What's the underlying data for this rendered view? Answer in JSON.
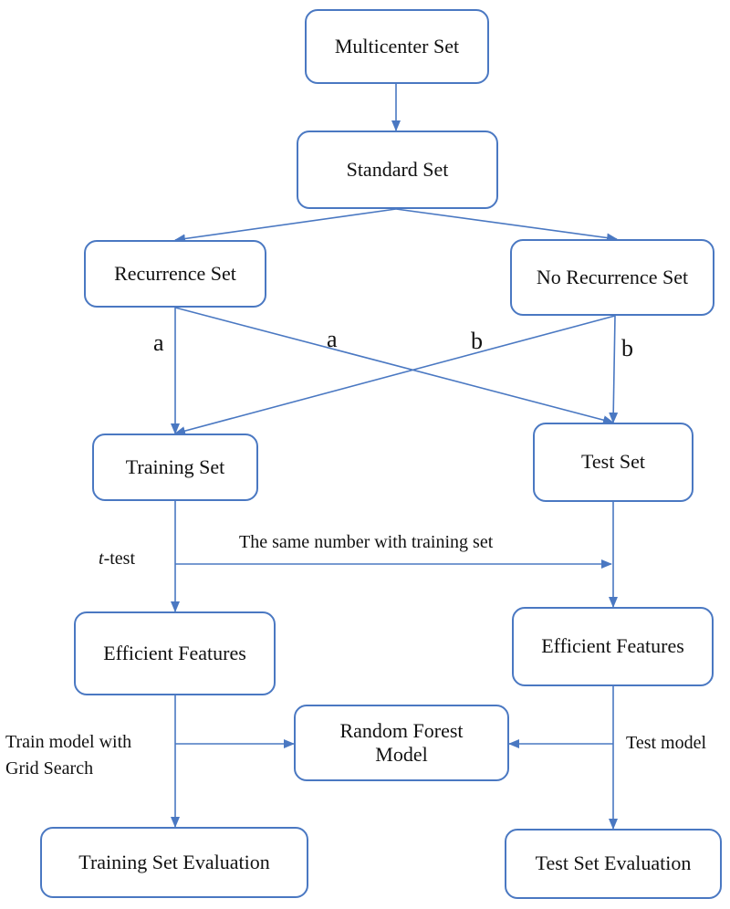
{
  "nodes": {
    "multicenter": "Multicenter Set",
    "standard": "Standard Set",
    "recurrence": "Recurrence Set",
    "no_recurrence": "No Recurrence Set",
    "training": "Training Set",
    "test": "Test Set",
    "features_train": "Efficient Features",
    "features_test": "Efficient Features",
    "random_forest_line1": "Random Forest",
    "random_forest_line2": "Model",
    "training_eval": "Training Set Evaluation",
    "test_eval": "Test Set Evaluation"
  },
  "edge_labels": {
    "a_left": "a",
    "a_cross": "a",
    "b_cross": "b",
    "b_right": "b",
    "t_test_italic": "t",
    "t_test_rest": "-test",
    "same_number": "The same number with training set",
    "train_model_line1": "Train model with",
    "train_model_line2": "Grid Search",
    "test_model": "Test model"
  }
}
